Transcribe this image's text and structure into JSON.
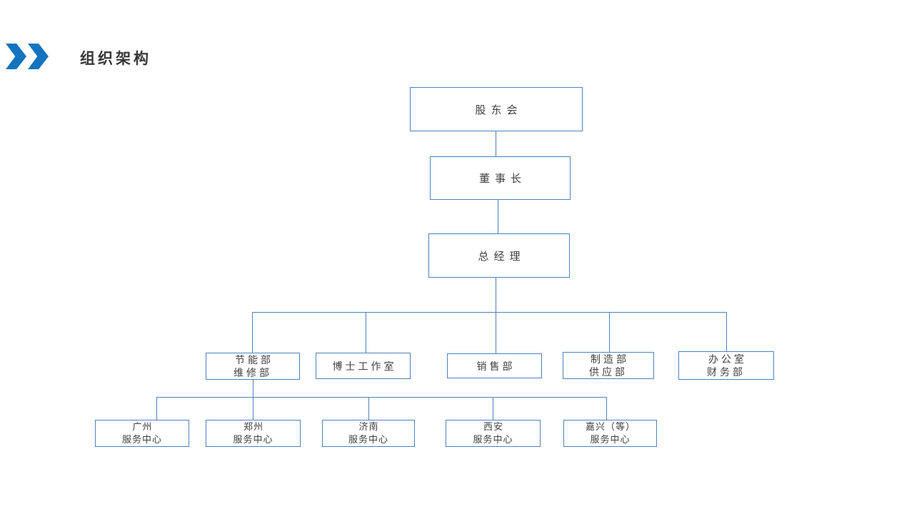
{
  "slide": {
    "title": "组织架构",
    "accent_color": "#1273be",
    "box_border_color": "#4f81bd",
    "connector_color": "#4f81bd",
    "text_color": "#404040"
  },
  "org_chart": {
    "nodes": {
      "shareholders": "股东会",
      "chairman": "董事长",
      "general_manager": "总经理",
      "energy_maintenance": "节能部\n维修部",
      "doctor_studio": "博士工作室",
      "sales": "销售部",
      "manufacturing_supply": "制造部\n供应部",
      "office_finance": "办公室\n财务部",
      "guangzhou": "广州\n服务中心",
      "zhengzhou": "郑州\n服务中心",
      "jinan": "济南\n服务中心",
      "xian": "西安\n服务中心",
      "jiaxing": "嘉兴（等）\n服务中心"
    }
  }
}
